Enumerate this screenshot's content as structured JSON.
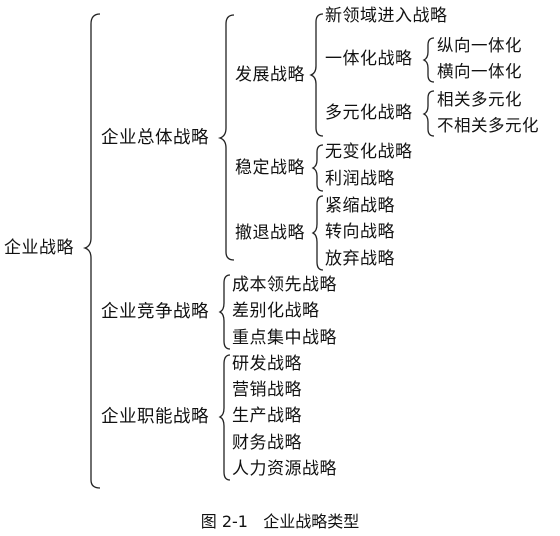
{
  "root": "企业战略",
  "level1": {
    "overall": "企业总体战略",
    "competitive": "企业竞争战略",
    "functional": "企业职能战略"
  },
  "overall": {
    "development": "发展战略",
    "stability": "稳定战略",
    "retreat": "撤退战略"
  },
  "development": {
    "new_field": "新领域进入战略",
    "integration": "一体化战略",
    "diversification": "多元化战略"
  },
  "integration": {
    "vertical": "纵向一体化",
    "horizontal": "横向一体化"
  },
  "diversification": {
    "related": "相关多元化",
    "unrelated": "不相关多元化"
  },
  "stability": {
    "no_change": "无变化战略",
    "profit": "利润战略"
  },
  "retreat": {
    "contraction": "紧缩战略",
    "turnaround": "转向战略",
    "abandon": "放弃战略"
  },
  "competitive": {
    "cost_leadership": "成本领先战略",
    "differentiation": "差别化战略",
    "focus": "重点集中战略"
  },
  "functional": {
    "rnd": "研发战略",
    "marketing": "营销战略",
    "production": "生产战略",
    "finance": "财务战略",
    "hr": "人力资源战略"
  },
  "caption": {
    "number": "图 2-1",
    "title": "企业战略类型"
  }
}
